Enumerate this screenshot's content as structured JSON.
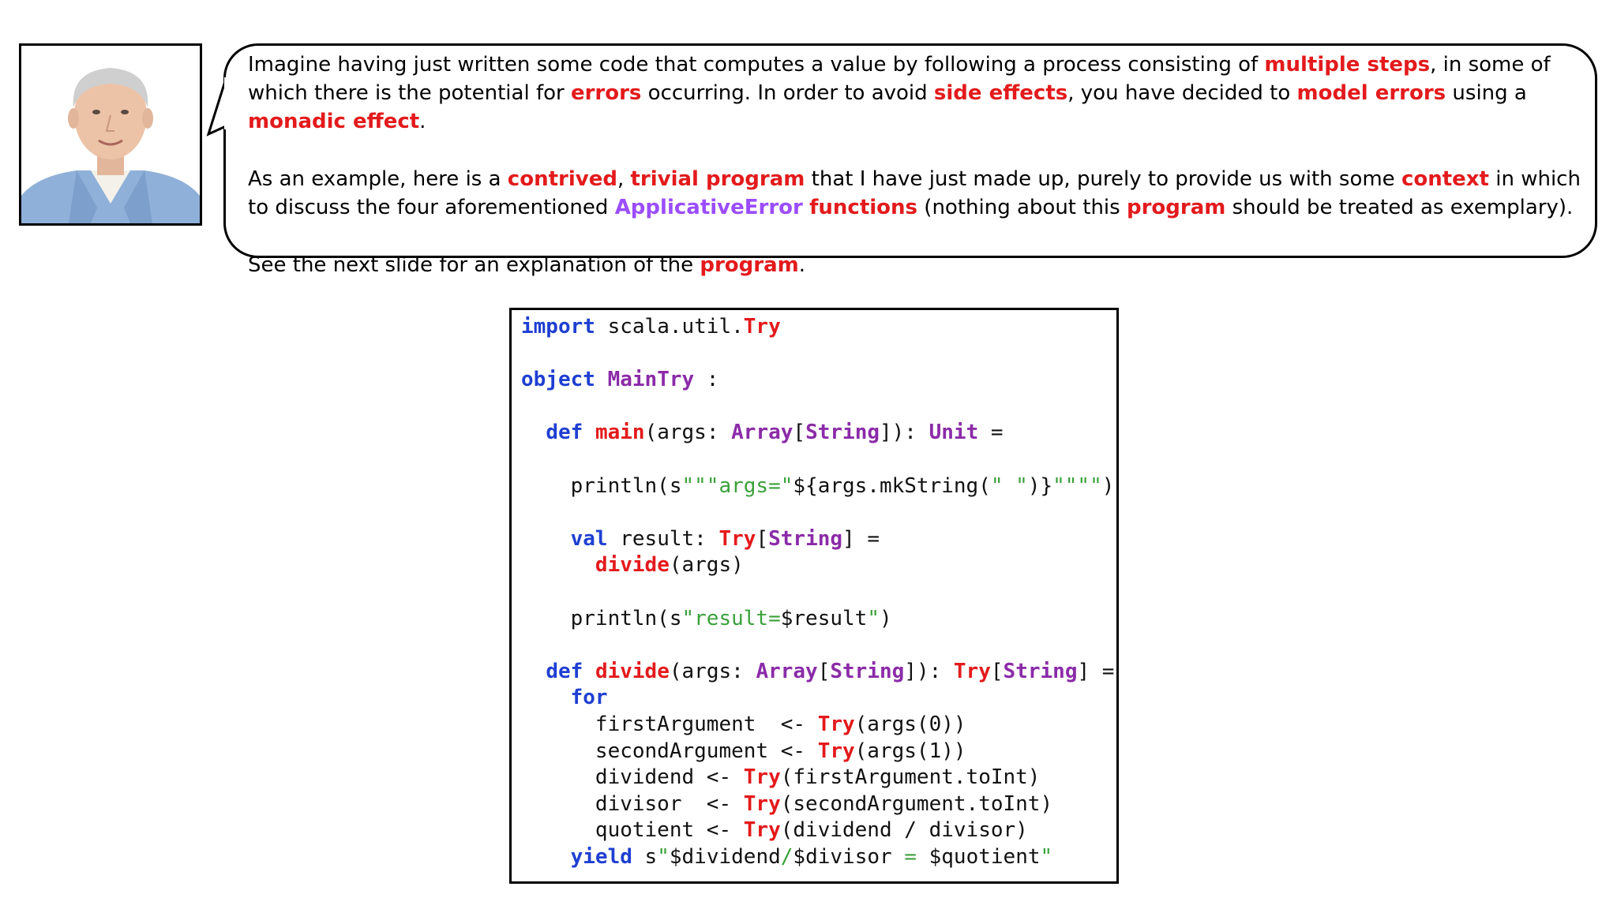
{
  "bubble": {
    "p1": [
      {
        "text": "Imagine having just written some code that computes a value by following a process consisting of ",
        "style": "plain"
      },
      {
        "text": "multiple steps",
        "style": "red"
      },
      {
        "text": ", in some of which there is the potential for ",
        "style": "plain"
      },
      {
        "text": "errors",
        "style": "red"
      },
      {
        "text": " occurring. In order to avoid ",
        "style": "plain"
      },
      {
        "text": "side effects",
        "style": "red"
      },
      {
        "text": ", you have decided to ",
        "style": "plain"
      },
      {
        "text": "model errors",
        "style": "red"
      },
      {
        "text": " using a ",
        "style": "plain"
      },
      {
        "text": "monadic effect",
        "style": "red"
      },
      {
        "text": ".",
        "style": "plain"
      }
    ],
    "p2": [
      {
        "text": "As an example, here is a ",
        "style": "plain"
      },
      {
        "text": "contrived",
        "style": "red"
      },
      {
        "text": ", ",
        "style": "plain"
      },
      {
        "text": "trivial program",
        "style": "red"
      },
      {
        "text": " that I have just made up, purely to provide us with some ",
        "style": "plain"
      },
      {
        "text": "context",
        "style": "red"
      },
      {
        "text": " in which to discuss the four aforementioned ",
        "style": "plain"
      },
      {
        "text": "ApplicativeError",
        "style": "purple"
      },
      {
        "text": " ",
        "style": "plain"
      },
      {
        "text": "functions",
        "style": "red"
      },
      {
        "text": " (nothing about this ",
        "style": "plain"
      },
      {
        "text": "program",
        "style": "red"
      },
      {
        "text": " should be treated as exemplary).",
        "style": "plain"
      }
    ],
    "p3": [
      {
        "text": "See the next slide for an explanation of the ",
        "style": "plain"
      },
      {
        "text": "program",
        "style": "red"
      },
      {
        "text": ".",
        "style": "plain"
      }
    ]
  },
  "code_lines": [
    [
      {
        "t": "import",
        "c": "k"
      },
      {
        "t": " scala.util.",
        "c": ""
      },
      {
        "t": "Try",
        "c": "r"
      }
    ],
    [],
    [
      {
        "t": "object",
        "c": "k"
      },
      {
        "t": " ",
        "c": ""
      },
      {
        "t": "MainTry",
        "c": "t"
      },
      {
        "t": " :",
        "c": ""
      }
    ],
    [],
    [
      {
        "t": "  ",
        "c": ""
      },
      {
        "t": "def",
        "c": "k"
      },
      {
        "t": " ",
        "c": ""
      },
      {
        "t": "main",
        "c": "r"
      },
      {
        "t": "(args: ",
        "c": ""
      },
      {
        "t": "Array",
        "c": "t"
      },
      {
        "t": "[",
        "c": ""
      },
      {
        "t": "String",
        "c": "t"
      },
      {
        "t": "]): ",
        "c": ""
      },
      {
        "t": "Unit",
        "c": "t"
      },
      {
        "t": " =",
        "c": ""
      }
    ],
    [],
    [
      {
        "t": "    println(s",
        "c": ""
      },
      {
        "t": "\"\"\"args=\"",
        "c": "s"
      },
      {
        "t": "${args.mkString(",
        "c": ""
      },
      {
        "t": "\" \"",
        "c": "s"
      },
      {
        "t": ")}",
        "c": ""
      },
      {
        "t": "\"\"\"\"",
        "c": "s"
      },
      {
        "t": ")",
        "c": ""
      }
    ],
    [],
    [
      {
        "t": "    ",
        "c": ""
      },
      {
        "t": "val",
        "c": "k"
      },
      {
        "t": " result: ",
        "c": ""
      },
      {
        "t": "Try",
        "c": "r"
      },
      {
        "t": "[",
        "c": ""
      },
      {
        "t": "String",
        "c": "t"
      },
      {
        "t": "] =",
        "c": ""
      }
    ],
    [
      {
        "t": "      ",
        "c": ""
      },
      {
        "t": "divide",
        "c": "r"
      },
      {
        "t": "(args)",
        "c": ""
      }
    ],
    [],
    [
      {
        "t": "    println(s",
        "c": ""
      },
      {
        "t": "\"result=",
        "c": "s"
      },
      {
        "t": "$result",
        "c": ""
      },
      {
        "t": "\"",
        "c": "s"
      },
      {
        "t": ")",
        "c": ""
      }
    ],
    [],
    [
      {
        "t": "  ",
        "c": ""
      },
      {
        "t": "def",
        "c": "k"
      },
      {
        "t": " ",
        "c": ""
      },
      {
        "t": "divide",
        "c": "r"
      },
      {
        "t": "(args: ",
        "c": ""
      },
      {
        "t": "Array",
        "c": "t"
      },
      {
        "t": "[",
        "c": ""
      },
      {
        "t": "String",
        "c": "t"
      },
      {
        "t": "]): ",
        "c": ""
      },
      {
        "t": "Try",
        "c": "r"
      },
      {
        "t": "[",
        "c": ""
      },
      {
        "t": "String",
        "c": "t"
      },
      {
        "t": "] =",
        "c": ""
      }
    ],
    [
      {
        "t": "    ",
        "c": ""
      },
      {
        "t": "for",
        "c": "k"
      }
    ],
    [
      {
        "t": "      firstArgument  <- ",
        "c": ""
      },
      {
        "t": "Try",
        "c": "r"
      },
      {
        "t": "(args(0))",
        "c": ""
      }
    ],
    [
      {
        "t": "      secondArgument <- ",
        "c": ""
      },
      {
        "t": "Try",
        "c": "r"
      },
      {
        "t": "(args(1))",
        "c": ""
      }
    ],
    [
      {
        "t": "      dividend <- ",
        "c": ""
      },
      {
        "t": "Try",
        "c": "r"
      },
      {
        "t": "(firstArgument.toInt)",
        "c": ""
      }
    ],
    [
      {
        "t": "      divisor  <- ",
        "c": ""
      },
      {
        "t": "Try",
        "c": "r"
      },
      {
        "t": "(secondArgument.toInt)",
        "c": ""
      }
    ],
    [
      {
        "t": "      quotient <- ",
        "c": ""
      },
      {
        "t": "Try",
        "c": "r"
      },
      {
        "t": "(dividend / divisor)",
        "c": ""
      }
    ],
    [
      {
        "t": "    ",
        "c": ""
      },
      {
        "t": "yield",
        "c": "k"
      },
      {
        "t": " s",
        "c": ""
      },
      {
        "t": "\"",
        "c": "s"
      },
      {
        "t": "$dividend",
        "c": ""
      },
      {
        "t": "/",
        "c": "s"
      },
      {
        "t": "$divisor",
        "c": ""
      },
      {
        "t": " = ",
        "c": "s"
      },
      {
        "t": "$quotient",
        "c": ""
      },
      {
        "t": "\"",
        "c": "s"
      }
    ]
  ],
  "colors": {
    "highlight_red": "#e31a1c",
    "highlight_purple": "#9b4dff",
    "keyword_blue": "#1f3fd1",
    "type_purple": "#8b2ba8",
    "string_green": "#3aa13a"
  }
}
